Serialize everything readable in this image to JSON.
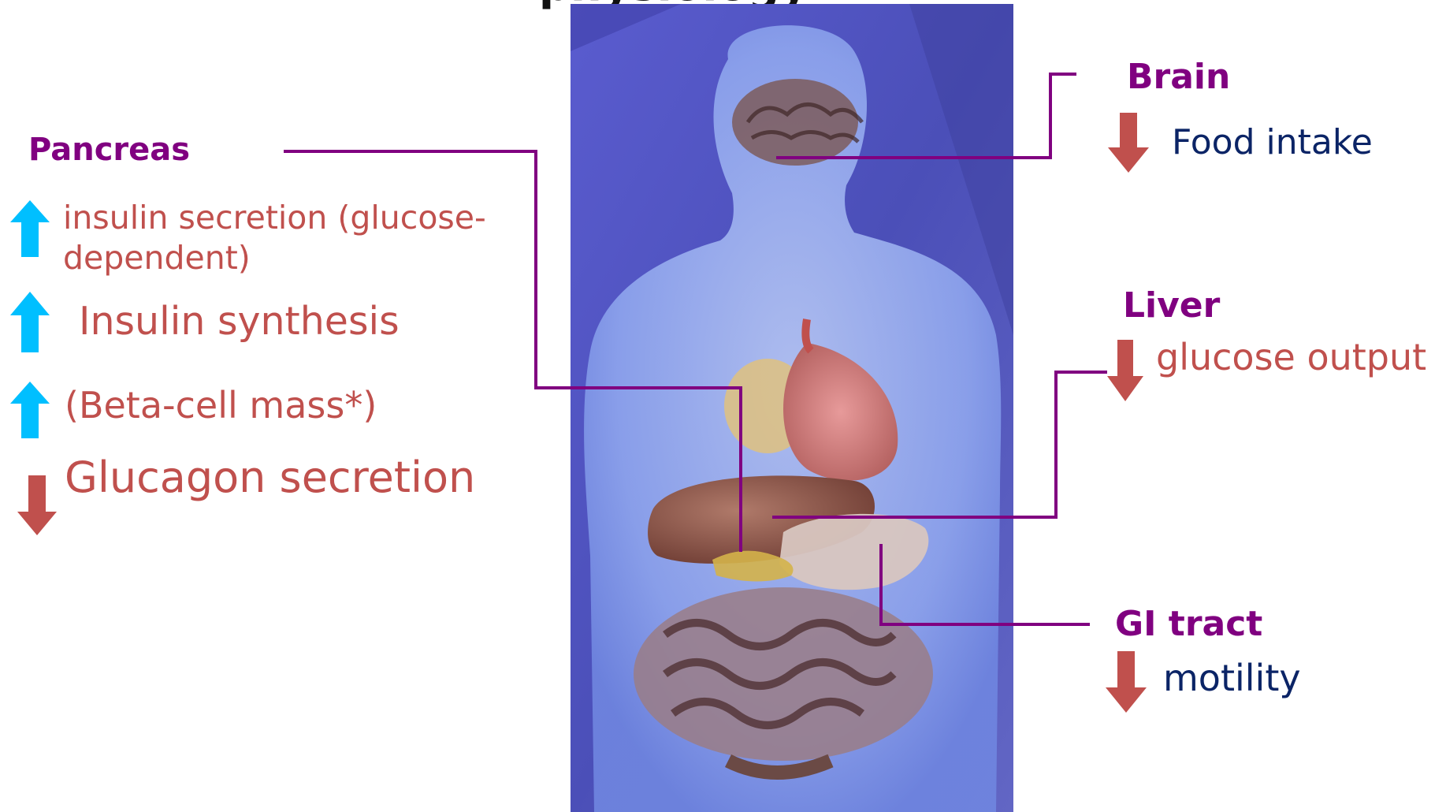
{
  "title": "...physiology",
  "colors": {
    "heading": "#800080",
    "effect_text": "#c0504d",
    "effect_text_dark": "#0b2466",
    "arrow_up": "#00bfff",
    "arrow_down": "#c0504d",
    "connector": "#800080"
  },
  "pancreas": {
    "heading": "Pancreas",
    "effects": [
      {
        "direction": "up",
        "text_line1": "insulin secretion (glucose-",
        "text_line2": "dependent)"
      },
      {
        "direction": "up",
        "text": "Insulin synthesis"
      },
      {
        "direction": "up",
        "text": "(Beta-cell mass*)"
      },
      {
        "direction": "down",
        "text": "Glucagon secretion"
      }
    ]
  },
  "brain": {
    "heading": "Brain",
    "effect": {
      "direction": "down",
      "text": "Food intake"
    }
  },
  "liver": {
    "heading": "Liver",
    "effect": {
      "direction": "down",
      "text": "glucose output"
    }
  },
  "gi_tract": {
    "heading": "GI tract",
    "effect": {
      "direction": "down",
      "text": "motility"
    }
  },
  "figure": {
    "subject": "translucent human body with internal organs",
    "icon": "human-anatomy-figure"
  }
}
